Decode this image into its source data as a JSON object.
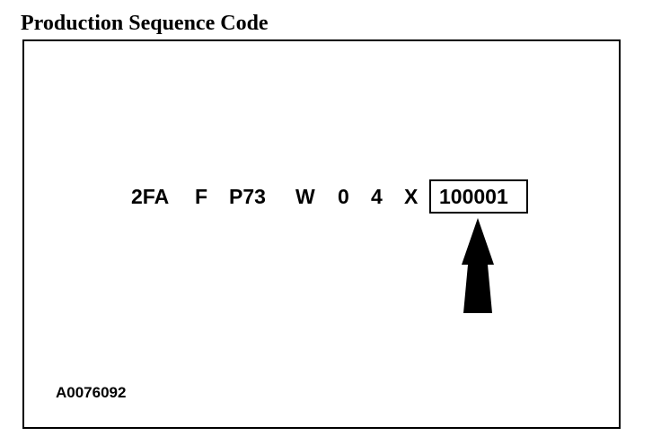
{
  "title": "Production Sequence Code",
  "vin": {
    "parts": [
      "2FA",
      "F",
      "P73",
      "W",
      "0",
      "4",
      "X"
    ],
    "sequence": "100001"
  },
  "reference_code": "A0076092",
  "colors": {
    "ink": "#000000",
    "background": "#ffffff"
  },
  "icons": {
    "pointer": "up-arrow-icon"
  }
}
